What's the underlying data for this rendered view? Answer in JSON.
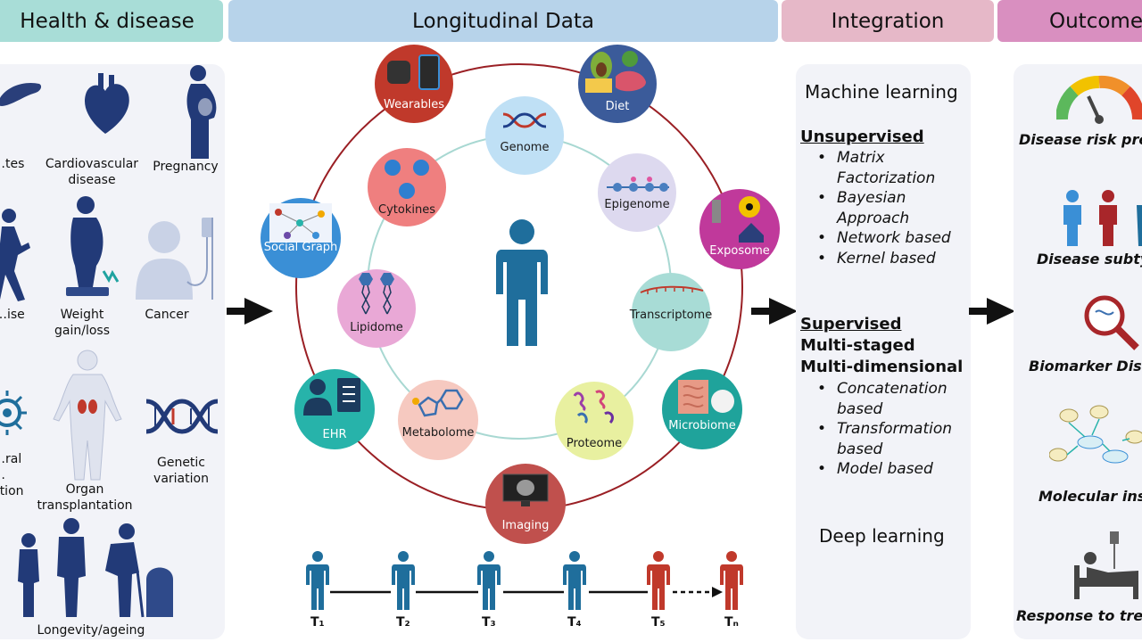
{
  "headers": {
    "health": "Health & disease",
    "longitudinal": "Longitudinal Data",
    "integration": "Integration",
    "outcome": "Outcome"
  },
  "health": {
    "items": [
      {
        "label": "…tes",
        "icon": "pancreas-icon"
      },
      {
        "label": "Cardiovascular\ndisease",
        "icon": "heart-icon"
      },
      {
        "label": "Pregnancy",
        "icon": "pregnant-woman-icon"
      },
      {
        "label": "…ise",
        "icon": "runner-icon"
      },
      {
        "label": "Weight\ngain/loss",
        "icon": "scale-person-icon"
      },
      {
        "label": "Cancer",
        "icon": "patient-iv-icon"
      },
      {
        "label": "…ral\n…ction",
        "icon": "virus-icon"
      },
      {
        "label": "Organ\ntransplantation",
        "icon": "human-body-icon"
      },
      {
        "label": "Genetic\nvariation",
        "icon": "dna-icon"
      },
      {
        "label": "Longevity/ageing",
        "icon": "ageing-people-icon"
      }
    ]
  },
  "longitudinal": {
    "outer": [
      {
        "label": "Wearables",
        "color": "#c0392b"
      },
      {
        "label": "Diet",
        "color": "#3b5b9a"
      },
      {
        "label": "Exposome",
        "color": "#c0399b"
      },
      {
        "label": "Microbiome",
        "color": "#1fa39b"
      },
      {
        "label": "Imaging",
        "color": "#c0504d"
      },
      {
        "label": "EHR",
        "color": "#27b3aa"
      },
      {
        "label": "Social Graph",
        "color": "#3a8fd6"
      }
    ],
    "inner": [
      {
        "label": "Genome",
        "color": "#bfe0f5"
      },
      {
        "label": "Epigenome",
        "color": "#ddd9ef"
      },
      {
        "label": "Transcriptome",
        "color": "#a8dcd6"
      },
      {
        "label": "Proteome",
        "color": "#e8f0a0"
      },
      {
        "label": "Metabolome",
        "color": "#f6c9c0"
      },
      {
        "label": "Lipidome",
        "color": "#e9a8d6"
      },
      {
        "label": "Cytokines",
        "color": "#ef7f7f"
      }
    ],
    "timepoints": [
      "T₁",
      "T₂",
      "T₃",
      "T₄",
      "T₅",
      "Tₙ"
    ]
  },
  "integration": {
    "title": "Machine learning",
    "unsupervised": "Unsupervised",
    "unsup_items": [
      "Matrix\nFactorization",
      "Bayesian\nApproach",
      "Network based",
      "Kernel based"
    ],
    "supervised": "Supervised",
    "multi_staged": "Multi-staged",
    "multi_dimensional": "Multi-dimensional",
    "sup_items": [
      "Concatenation\nbased",
      "Transformation\nbased",
      "Model based"
    ],
    "deep": "Deep learning"
  },
  "outcome": {
    "items": [
      {
        "label": "Disease risk pred…",
        "icon": "gauge-icon"
      },
      {
        "label": "Disease subtyp…",
        "icon": "people-icon"
      },
      {
        "label": "Biomarker Disco…",
        "icon": "magnifier-icon"
      },
      {
        "label": "Molecular insi…",
        "icon": "network-icon"
      },
      {
        "label": "Response to treat…",
        "icon": "hospital-bed-icon"
      }
    ]
  },
  "colors": {
    "hdr_health": "#a8ddd7",
    "hdr_long": "#b7d3ea",
    "hdr_integration": "#e6b8c8",
    "hdr_outcome": "#d98fc0",
    "person_blue": "#1f6e9c",
    "person_red": "#c0392b"
  }
}
